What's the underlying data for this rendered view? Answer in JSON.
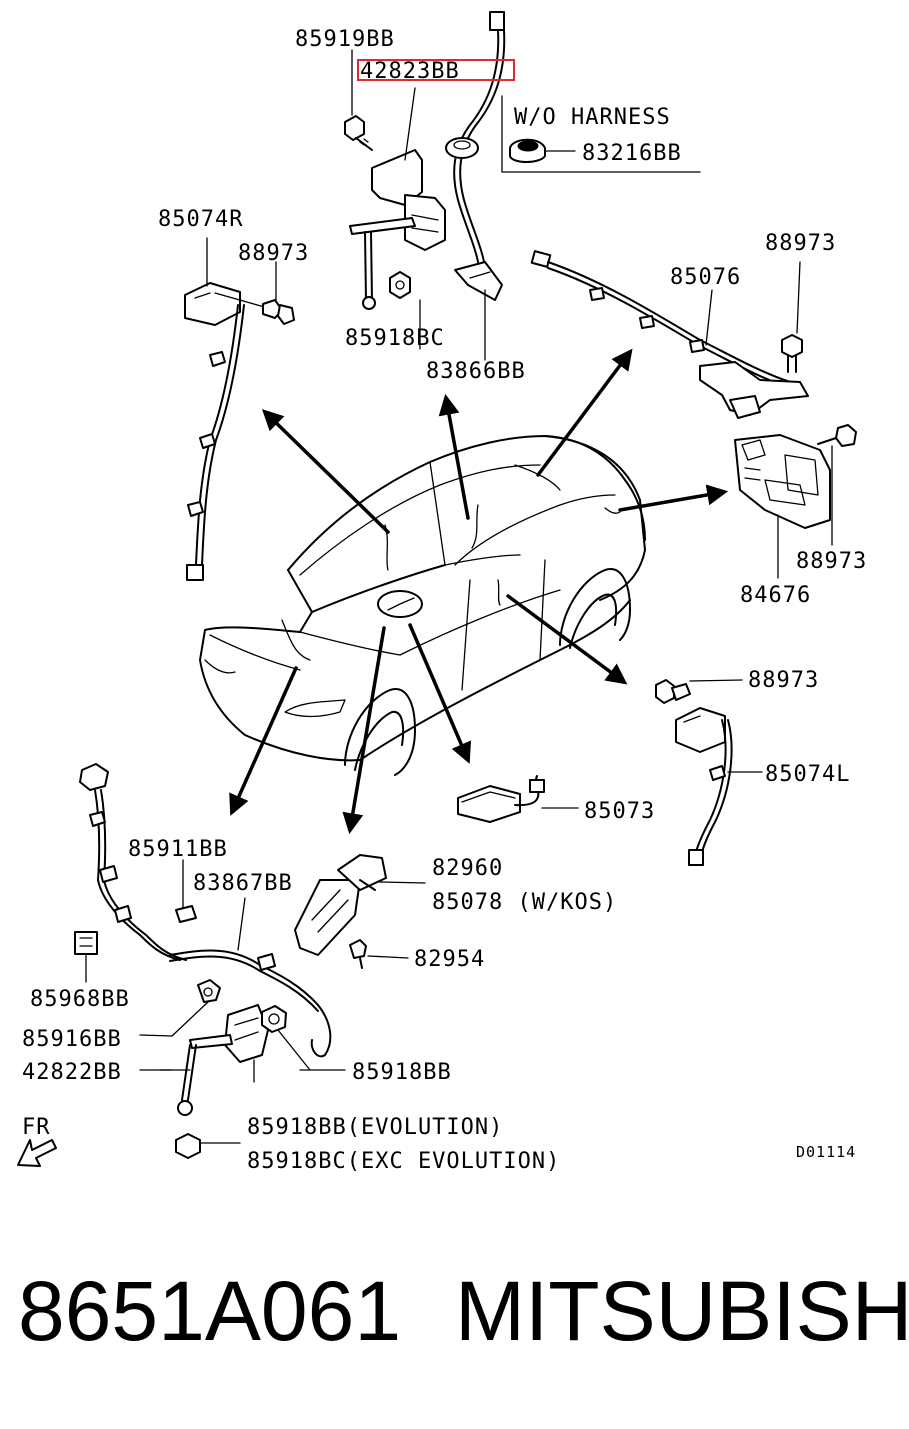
{
  "diagram": {
    "labels": {
      "p85919BB": "85919BB",
      "p42823BB": "42823BB",
      "wo_harness": "W/O HARNESS",
      "p83216BB": "83216BB",
      "p85074R": "85074R",
      "p88973_a": "88973",
      "p85918BC": "85918BC",
      "p83866BB": "83866BB",
      "p88973_b": "88973",
      "p85076": "85076",
      "p88973_c": "88973",
      "p84676": "84676",
      "p88973_d": "88973",
      "p85074L": "85074L",
      "p85073": "85073",
      "p85911BB": "85911BB",
      "p83867BB": "83867BB",
      "p82960": "82960",
      "p85078": "85078 (W/KOS)",
      "p82954": "82954",
      "p85968BB": "85968BB",
      "p85916BB": "85916BB",
      "p42822BB": "42822BB",
      "p85918BB": "85918BB",
      "p85918BB_evo": "85918BB(EVOLUTION)",
      "p85918BC_exc": "85918BC(EXC EVOLUTION)",
      "fr": "FR",
      "diagram_code": "D01114"
    },
    "highlight_color": "#e0282f"
  },
  "footer": {
    "part_number": "8651A061",
    "brand": "MITSUBISHI"
  }
}
